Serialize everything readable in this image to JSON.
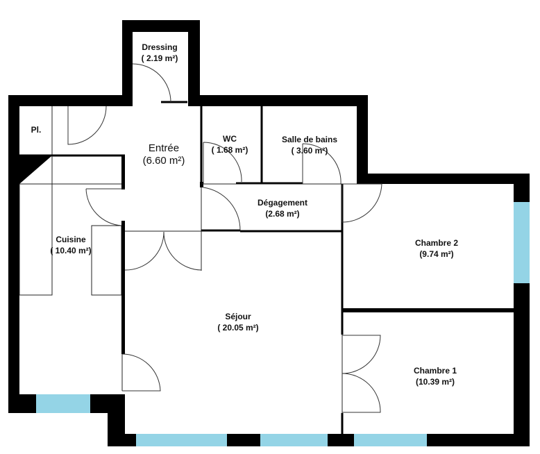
{
  "rooms": {
    "dressing": {
      "name": "Dressing",
      "area": "( 2.19 m²)"
    },
    "placard": {
      "name": "Pl."
    },
    "entree": {
      "name": "Entrée",
      "area": "(6.60 m²)"
    },
    "wc": {
      "name": "WC",
      "area": "( 1.68 m²)"
    },
    "salle_de_bains": {
      "name": "Salle de bains",
      "area": "( 3.60 m²)"
    },
    "degagement": {
      "name": "Dégagement",
      "area": "(2.68 m²)"
    },
    "chambre2": {
      "name": "Chambre 2",
      "area": "(9.74 m²)"
    },
    "cuisine": {
      "name": "Cuisine",
      "area": "( 10.40 m²)"
    },
    "sejour": {
      "name": "Séjour",
      "area": "( 20.05 m²)"
    },
    "chambre1": {
      "name": "Chambre 1",
      "area": "(10.39 m²)"
    }
  },
  "colors": {
    "wall": "#000000",
    "window": "#94d4e6"
  }
}
